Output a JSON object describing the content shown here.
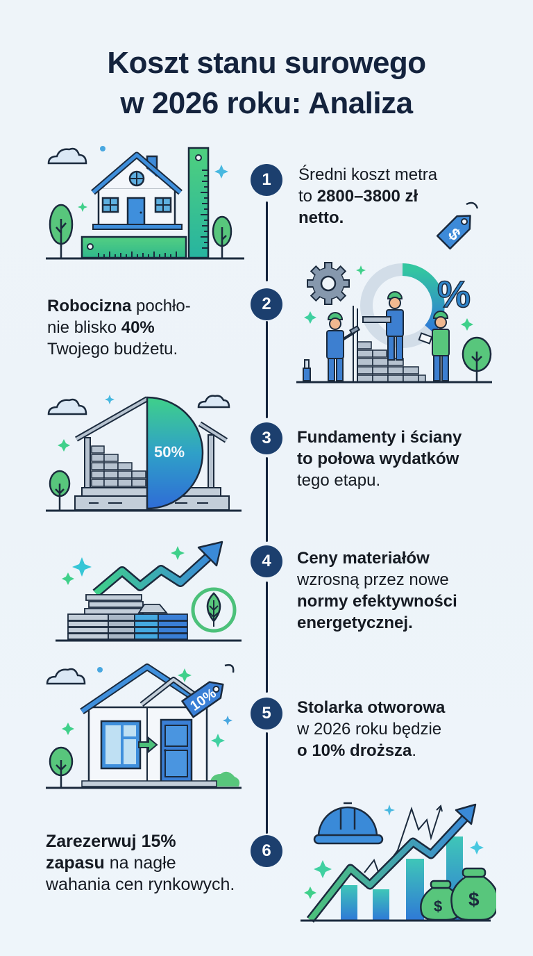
{
  "title": {
    "line1": "Koszt stanu surowego",
    "line2": "w 2026 roku: Analiza"
  },
  "colors": {
    "background": "#eef4f9",
    "title": "#14233d",
    "badge": "#1c3f6e",
    "accent_blue": "#3b82d6",
    "accent_green": "#4cc17a",
    "teal": "#2fc4b2",
    "gray": "#a9b7c6"
  },
  "steps": [
    {
      "number": "1",
      "side": "right",
      "parts": [
        {
          "text": "Średni koszt metra",
          "bold": false,
          "br": true
        },
        {
          "text": "to ",
          "bold": false
        },
        {
          "text": "2800–3800 zł",
          "bold": true,
          "br": true
        },
        {
          "text": "netto.",
          "bold": true
        }
      ],
      "illustration": "house-with-rulers-icon"
    },
    {
      "number": "2",
      "side": "left",
      "parts": [
        {
          "text": "Robocizna",
          "bold": true
        },
        {
          "text": " pochło-",
          "bold": false,
          "br": true
        },
        {
          "text": "nie blisko ",
          "bold": false
        },
        {
          "text": "40%",
          "bold": true,
          "br": true
        },
        {
          "text": "Twojego budżetu.",
          "bold": false
        }
      ],
      "illustration": "workers-building-wall-icon"
    },
    {
      "number": "3",
      "side": "right",
      "parts": [
        {
          "text": "Fundamenty i ściany",
          "bold": true,
          "br": true
        },
        {
          "text": "to połowa wydatków",
          "bold": true,
          "br": true
        },
        {
          "text": "tego etapu.",
          "bold": false
        }
      ],
      "illustration": "house-frame-half-pie-icon",
      "illustration_label": "50%"
    },
    {
      "number": "4",
      "side": "right",
      "parts": [
        {
          "text": "Ceny materiałów",
          "bold": true,
          "br": true
        },
        {
          "text": "wzrosną przez nowe",
          "bold": false,
          "br": true
        },
        {
          "text": "normy efektywności",
          "bold": true,
          "br": true
        },
        {
          "text": "energetycznej.",
          "bold": true
        }
      ],
      "illustration": "materials-rising-arrow-leaf-icon"
    },
    {
      "number": "5",
      "side": "right",
      "parts": [
        {
          "text": "Stolarka otworowa",
          "bold": true,
          "br": true
        },
        {
          "text": "w 2026 roku będzie",
          "bold": false,
          "br": true
        },
        {
          "text": "o 10% droższa",
          "bold": true
        },
        {
          "text": ".",
          "bold": false
        }
      ],
      "illustration": "house-window-door-tag-icon",
      "illustration_label": "10%"
    },
    {
      "number": "6",
      "side": "left",
      "parts": [
        {
          "text": "Zarezerwuj ",
          "bold": true
        },
        {
          "text": "15%",
          "bold": true,
          "br": true
        },
        {
          "text": "zapasu",
          "bold": true
        },
        {
          "text": " na nagłe",
          "bold": false,
          "br": true
        },
        {
          "text": "wahania cen rynkowych.",
          "bold": false
        }
      ],
      "illustration": "helmet-chart-money-bags-icon"
    }
  ],
  "glyphs": {
    "dollar": "$",
    "percent": "%"
  }
}
